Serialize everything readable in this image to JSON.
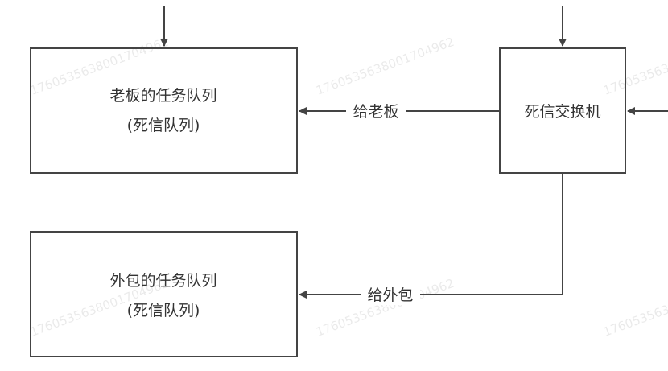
{
  "nodes": {
    "boss_queue": {
      "line1": "老板的任务队列",
      "line2": "(死信队列)"
    },
    "outsource_queue": {
      "line1": "外包的任务队列",
      "line2": "(死信队列)"
    },
    "dlx": {
      "label": "死信交换机"
    }
  },
  "edges": {
    "to_boss": {
      "label": "给老板"
    },
    "to_outsource": {
      "label": "给外包"
    }
  },
  "watermark": {
    "text": "17605356380017049​62"
  },
  "colors": {
    "line": "#444444",
    "text": "#333333",
    "background": "#ffffff"
  }
}
